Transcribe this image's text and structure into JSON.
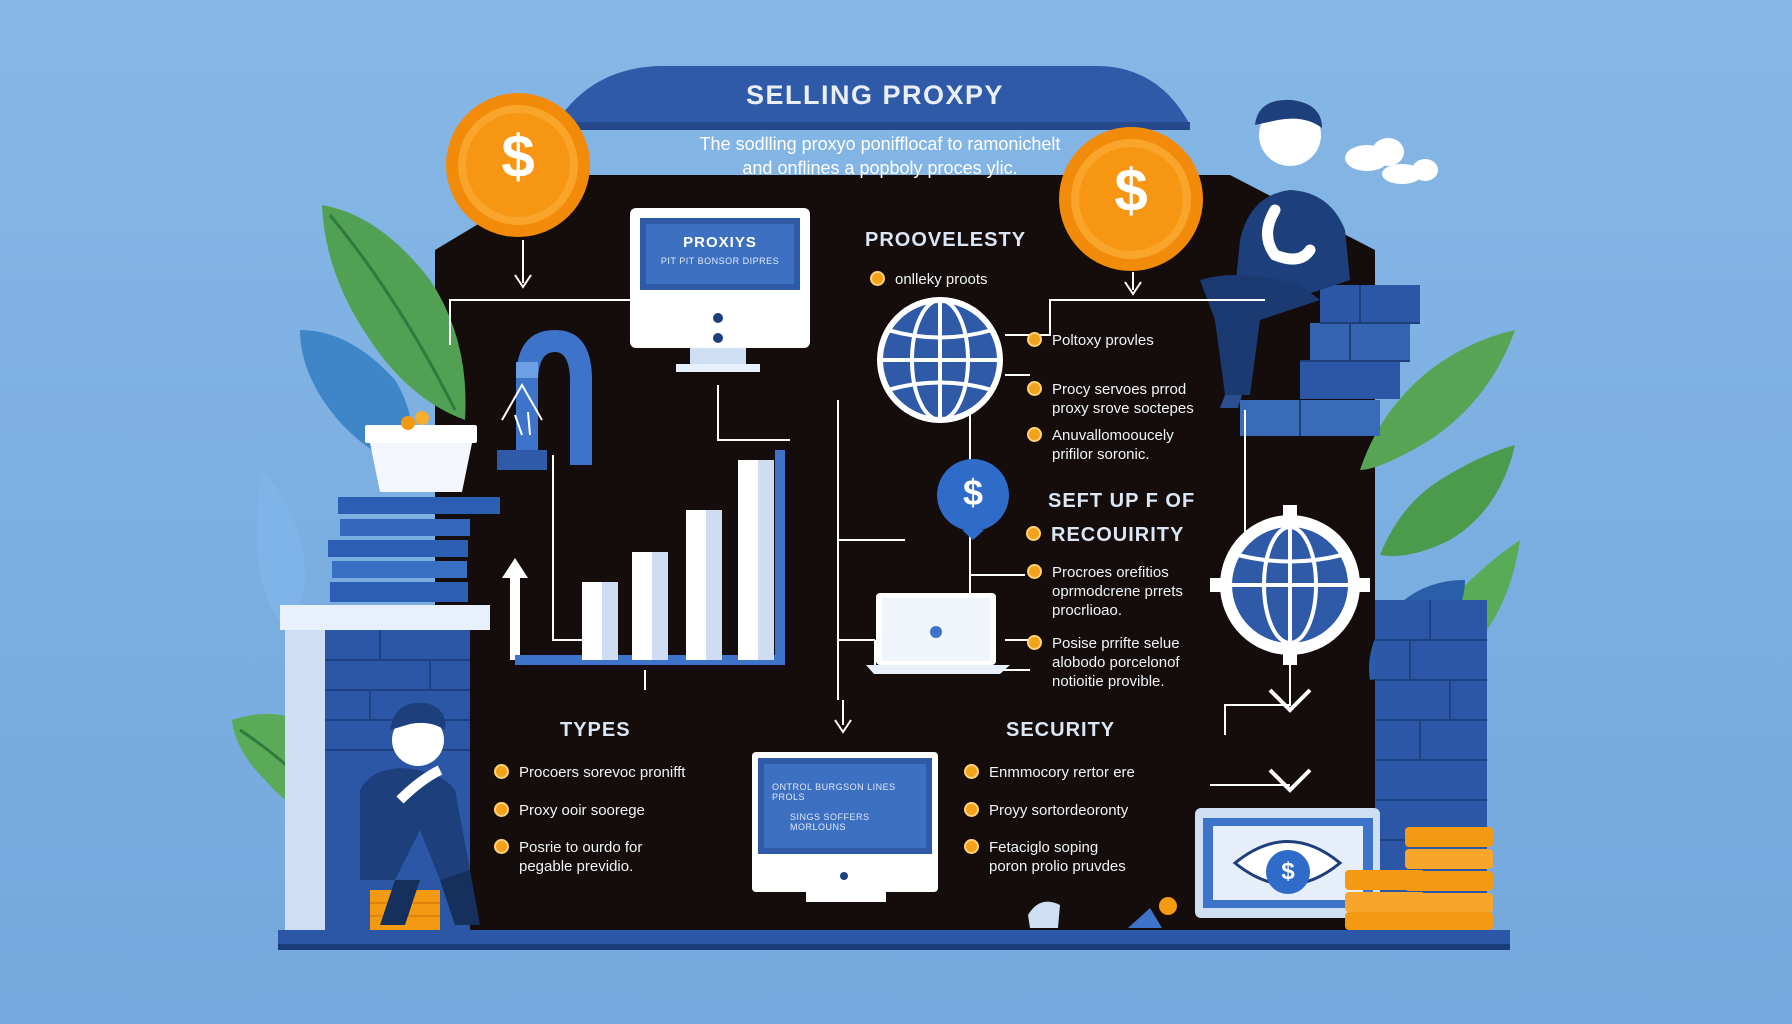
{
  "title": "SELLING PROXPY",
  "subtitle_lines": [
    "The sodlling proxyo ponifflocaf to ramonichelt",
    "and onflines a popboly proces ylic."
  ],
  "monitor_top": {
    "title": "PROXIYS",
    "subtitle": "PIT PIT BONSOR DIPRES"
  },
  "monitor_bottom": {
    "line1": "ONTROL BURGSON LINES PROLS",
    "line2": "SINGS SOFFERS MORLOUNS"
  },
  "sections": {
    "provelesty": {
      "heading": "PROOVELESTY",
      "items": [
        "onlleky proots",
        "Poltoxy provles"
      ]
    },
    "setup": {
      "items_above": [
        "Procy servoes prrod",
        "proxy srove soctepes",
        "Anuvallomooucely",
        "prifilor soronic."
      ],
      "heading_lines": [
        "SEFT UP F OF",
        "RECOUIRITY"
      ],
      "items_below": [
        "Procroes orefitios",
        "oprmodcrene prrets",
        "procrlioao.",
        "Posise prrifte selue",
        "alobodo porcelonof",
        "notioitie provible."
      ]
    },
    "types": {
      "heading": "TYPES",
      "items": [
        "Procoers sorevoc pronifft",
        "Proxy ooir soorege",
        "Posrie to ourdo for",
        "pegable previdio."
      ]
    },
    "security": {
      "heading": "SECURITY",
      "items": [
        "Enmmocory rertor ere",
        "Proyy sortordeoronty",
        "Fetaciglo soping",
        "poron prolio pruvdes"
      ]
    }
  },
  "coin_symbol": "$",
  "colors": {
    "board": "#140d0c",
    "header_blue": "#2f5aa8",
    "accent_blue": "#3d74c9",
    "coin_orange": "#f49a12",
    "leaf_green": "#4d9a4a",
    "person_navy": "#1d3f7c"
  },
  "icons": [
    "dollar-coin-icon",
    "monitor-icon",
    "globe-icon",
    "bar-chart-icon",
    "laptop-icon",
    "eye-icon",
    "magnet-icon",
    "cloud-icon",
    "leaf-icon",
    "person-icon",
    "brick-wall-icon",
    "coin-stack-icon"
  ]
}
